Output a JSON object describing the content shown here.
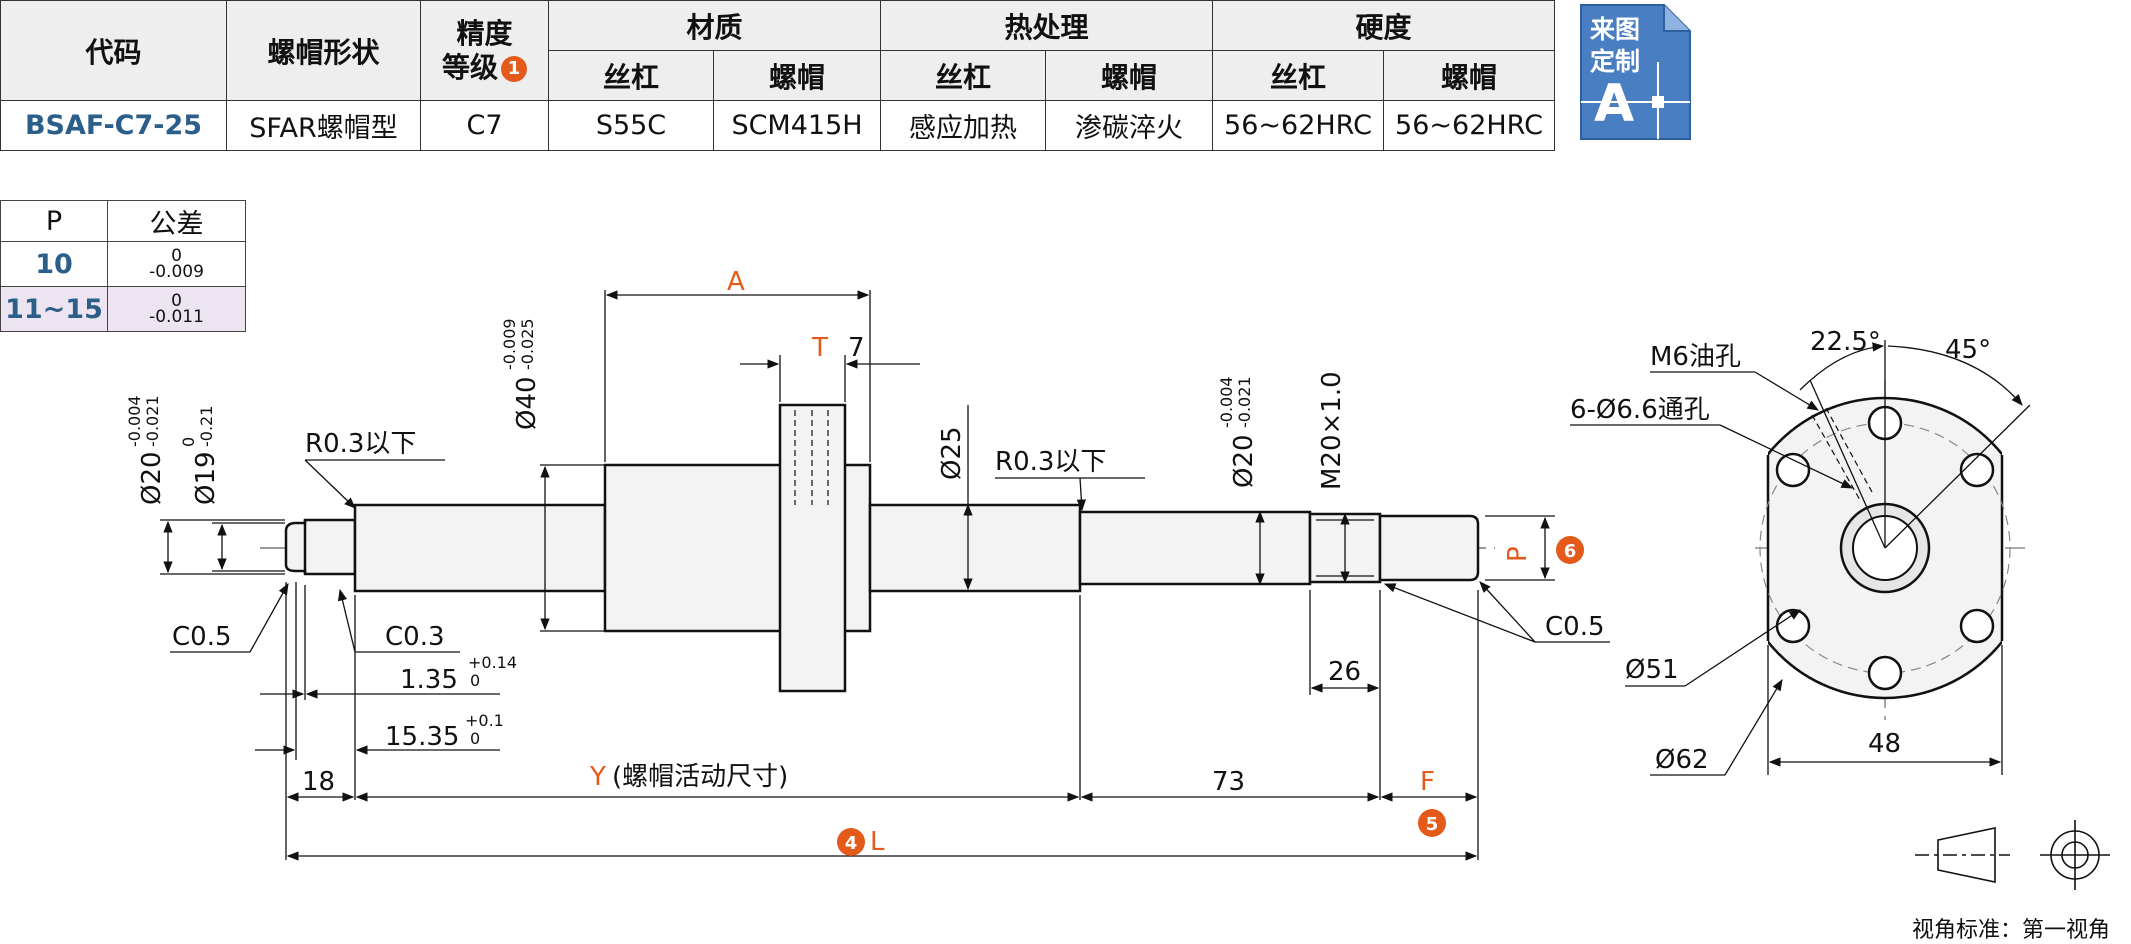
{
  "spec_table": {
    "headers": {
      "code": "代码",
      "nut_shape": "螺帽形状",
      "precision": "精度",
      "precision_sub": "等级",
      "precision_badge": "1",
      "material": "材质",
      "heat_treatment": "热处理",
      "hardness": "硬度",
      "screw": "丝杠",
      "nut": "螺帽"
    },
    "row": {
      "code": "BSAF-C7-25",
      "nut_shape": "SFAR螺帽型",
      "precision": "C7",
      "material_screw": "S55C",
      "material_nut": "SCM415H",
      "heat_screw": "感应加热",
      "heat_nut": "渗碳淬火",
      "hardness_screw": "56~62HRC",
      "hardness_nut": "56~62HRC"
    }
  },
  "custom_badge": {
    "line1": "来图",
    "line2": "定制",
    "letter": "A"
  },
  "tolerance_table": {
    "header_p": "P",
    "header_tol": "公差",
    "rows": [
      {
        "p": "10",
        "upper": "0",
        "lower": "-0.009"
      },
      {
        "p": "11~15",
        "upper": "0",
        "lower": "-0.011"
      }
    ]
  },
  "drawing": {
    "d20_left": "Ø20",
    "d20_left_tol_up": "-0.004",
    "d20_left_tol_lo": "-0.021",
    "d19": "Ø19",
    "d19_tol_up": "0",
    "d19_tol_lo": "-0.21",
    "r03_left": "R0.3以下",
    "d40": "Ø40",
    "d40_tol_up": "-0.009",
    "d40_tol_lo": "-0.025",
    "dim_A": "A",
    "dim_T": "T",
    "dim_7": "7",
    "d25": "Ø25",
    "r03_right": "R0.3以下",
    "d20_right": "Ø20",
    "d20_right_tol_up": "-0.004",
    "d20_right_tol_lo": "-0.021",
    "m20": "M20×1.0",
    "dim_P": "P",
    "badge_6": "6",
    "c05_left": "C0.5",
    "c03": "C0.3",
    "d135": "1.35",
    "d135_tol_up": "+0.14",
    "d135_tol_lo": "0",
    "d1535": "15.35",
    "d1535_tol_up": "+0.1",
    "d1535_tol_lo": "0",
    "dim_18": "18",
    "dim_Y": "Y",
    "dim_Y_note": "(螺帽活动尺寸)",
    "dim_73": "73",
    "dim_26": "26",
    "dim_F": "F",
    "badge_5": "5",
    "badge_4": "4",
    "dim_L": "L",
    "c05_right": "C0.5"
  },
  "end_view": {
    "m6": "M6油孔",
    "holes": "6-Ø6.6通孔",
    "angle1": "22.5°",
    "angle2": "45°",
    "d51": "Ø51",
    "d62": "Ø62",
    "dim_48": "48"
  },
  "projection_label": "视角标准：第一视角",
  "colors": {
    "accent_orange": "#e35a1b",
    "code_blue": "#2c5e8a",
    "badge_blue": "#4a7ec2",
    "tol_row": "#ece4f1"
  }
}
